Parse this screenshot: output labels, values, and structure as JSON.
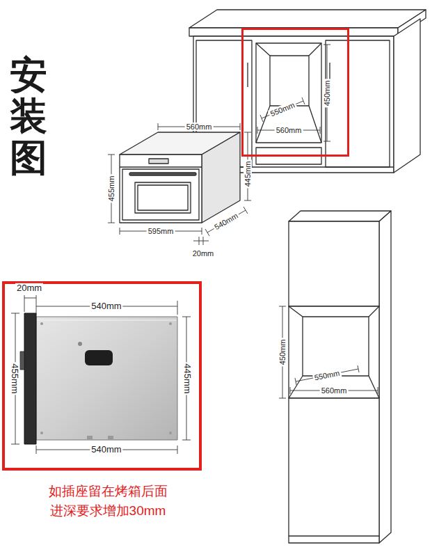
{
  "diagram": {
    "title": "安装图",
    "nodes": [
      {
        "text": [
          "550mm",
          "560mm",
          "450mm"
        ]
      },
      {
        "text": [
          "20mm",
          "540mm",
          "455mm",
          "445mm",
          "540mm"
        ]
      }
    ],
    "labels": [
      "560mm",
      "455mm",
      "445mm",
      "595mm",
      "540mm",
      "20mm",
      "550mm",
      "450mm",
      "560mm",
      "如插座留在烤箱后面 进深要求增加30mm"
    ]
  }
}
